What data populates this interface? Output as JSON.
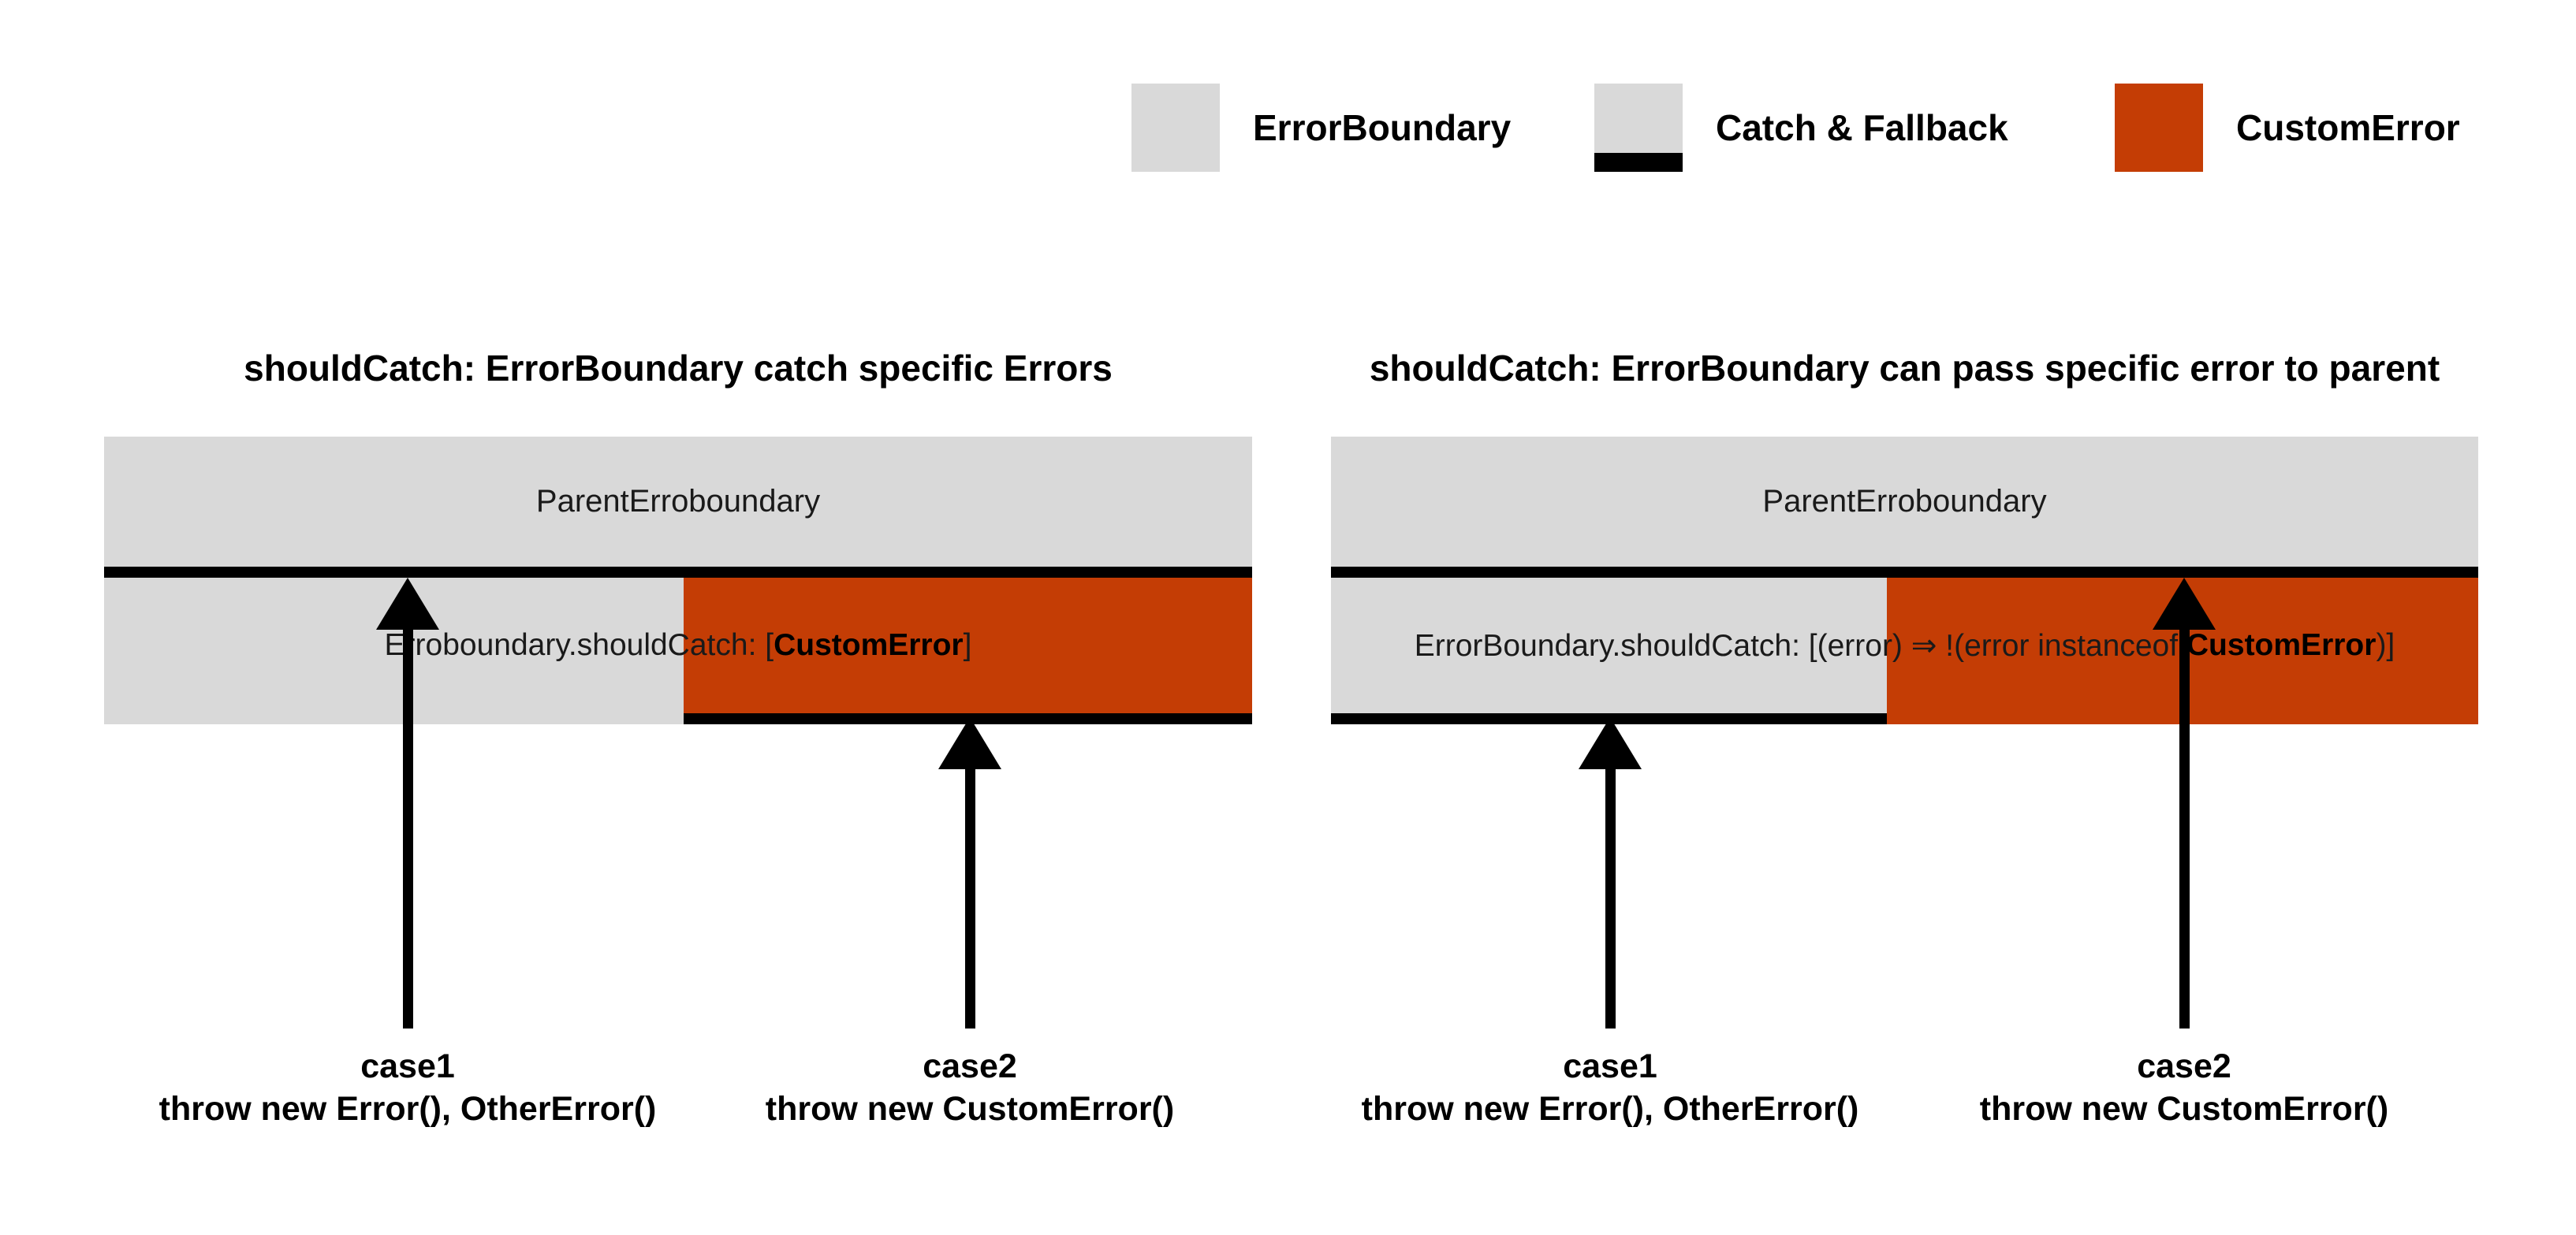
{
  "colors": {
    "error_boundary_gray": "#D9D9D9",
    "custom_error_orange": "#C43D05",
    "catch_line_black": "#000000"
  },
  "legend": {
    "items": [
      {
        "label": "ErrorBoundary"
      },
      {
        "label": "Catch & Fallback"
      },
      {
        "label": "CustomError"
      }
    ]
  },
  "panels": [
    {
      "title": "shouldCatch: ErrorBoundary catch specific Errors",
      "parent_box_label": "ParentErroboundary",
      "child_box_label": {
        "prefix": "Erroboundary.shouldCatch: [",
        "bold": "CustomError",
        "suffix": "]"
      },
      "cases": [
        {
          "name": "case1",
          "code": "throw new Error(), OtherError()"
        },
        {
          "name": "case2",
          "code": "throw new CustomError()"
        }
      ]
    },
    {
      "title": "shouldCatch: ErrorBoundary can pass specific error to parent",
      "parent_box_label": "ParentErroboundary",
      "child_box_label": {
        "prefix": "ErrorBoundary.shouldCatch: [(error) ⇒ !(error instanceof ",
        "bold": "CustomError",
        "suffix": ")]"
      },
      "cases": [
        {
          "name": "case1",
          "code": "throw new Error(), OtherError()"
        },
        {
          "name": "case2",
          "code": "throw new CustomError()"
        }
      ]
    }
  ]
}
